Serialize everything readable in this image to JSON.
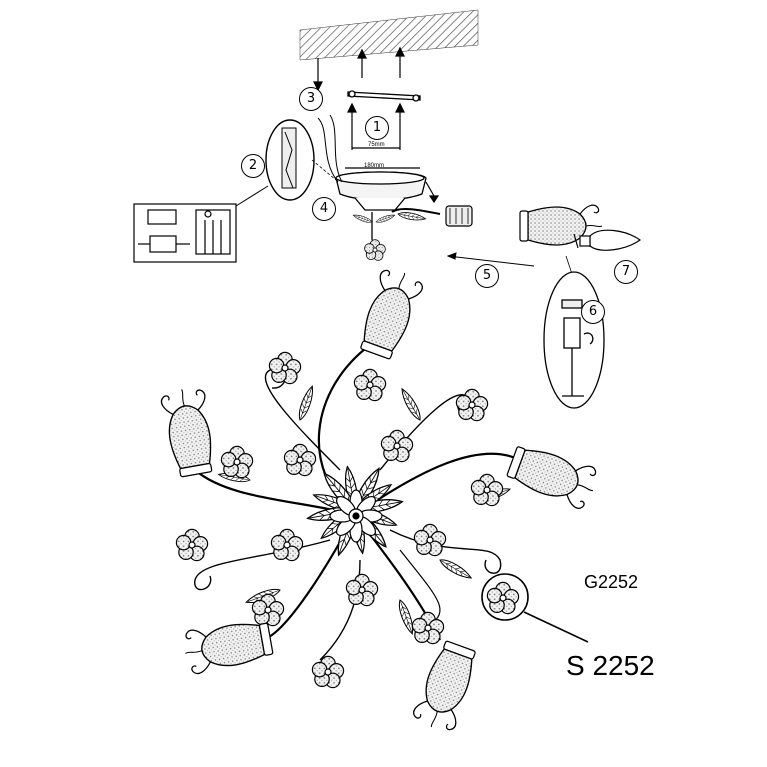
{
  "labels": {
    "model_code": "G2252",
    "part_code": "S 2252"
  },
  "dimensions": {
    "mount_spacing": "75mm",
    "canopy_diameter": "180mm"
  },
  "steps": [
    "1",
    "2",
    "3",
    "4",
    "5",
    "6",
    "7"
  ],
  "colors": {
    "line": "#000000",
    "shade_fill": "#dcdcdc",
    "ceiling_hatch": "#555555"
  }
}
